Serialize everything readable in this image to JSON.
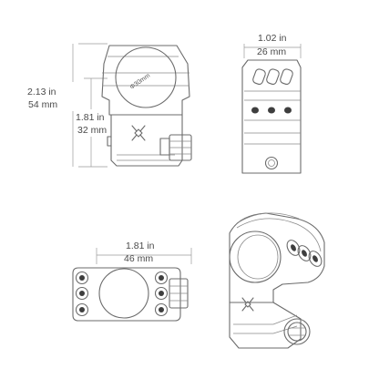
{
  "front_view": {
    "height_total_in": "2.13 in",
    "height_total_mm": "54 mm",
    "height_center_in": "1.81 in",
    "height_center_mm": "32 mm",
    "ring_diameter": "Φ30mm"
  },
  "side_view": {
    "width_in": "1.02 in",
    "width_mm": "26 mm"
  },
  "top_view": {
    "width_in": "1.81 in",
    "width_mm": "46 mm"
  },
  "colors": {
    "line": "#6b6b6b",
    "dimension": "#9a9a9a",
    "text": "#4a4a4a"
  }
}
